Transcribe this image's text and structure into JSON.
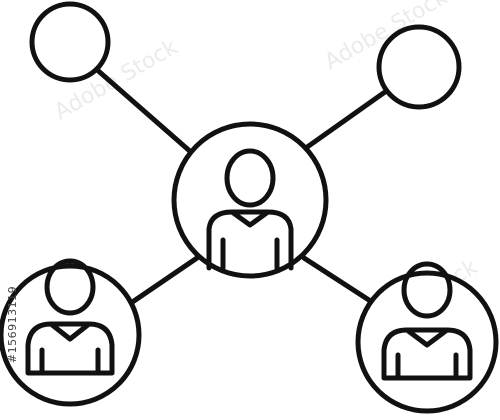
{
  "colors": {
    "stroke": "#111111",
    "background": "#ffffff",
    "watermark": "#c8c8c8"
  },
  "icon": {
    "name": "people-network-icon",
    "nodes": [
      "empty-node",
      "empty-node",
      "person-node",
      "person-node",
      "person-node"
    ]
  },
  "watermark": {
    "brand": "Adobe Stock",
    "image_id": "#156913119"
  }
}
